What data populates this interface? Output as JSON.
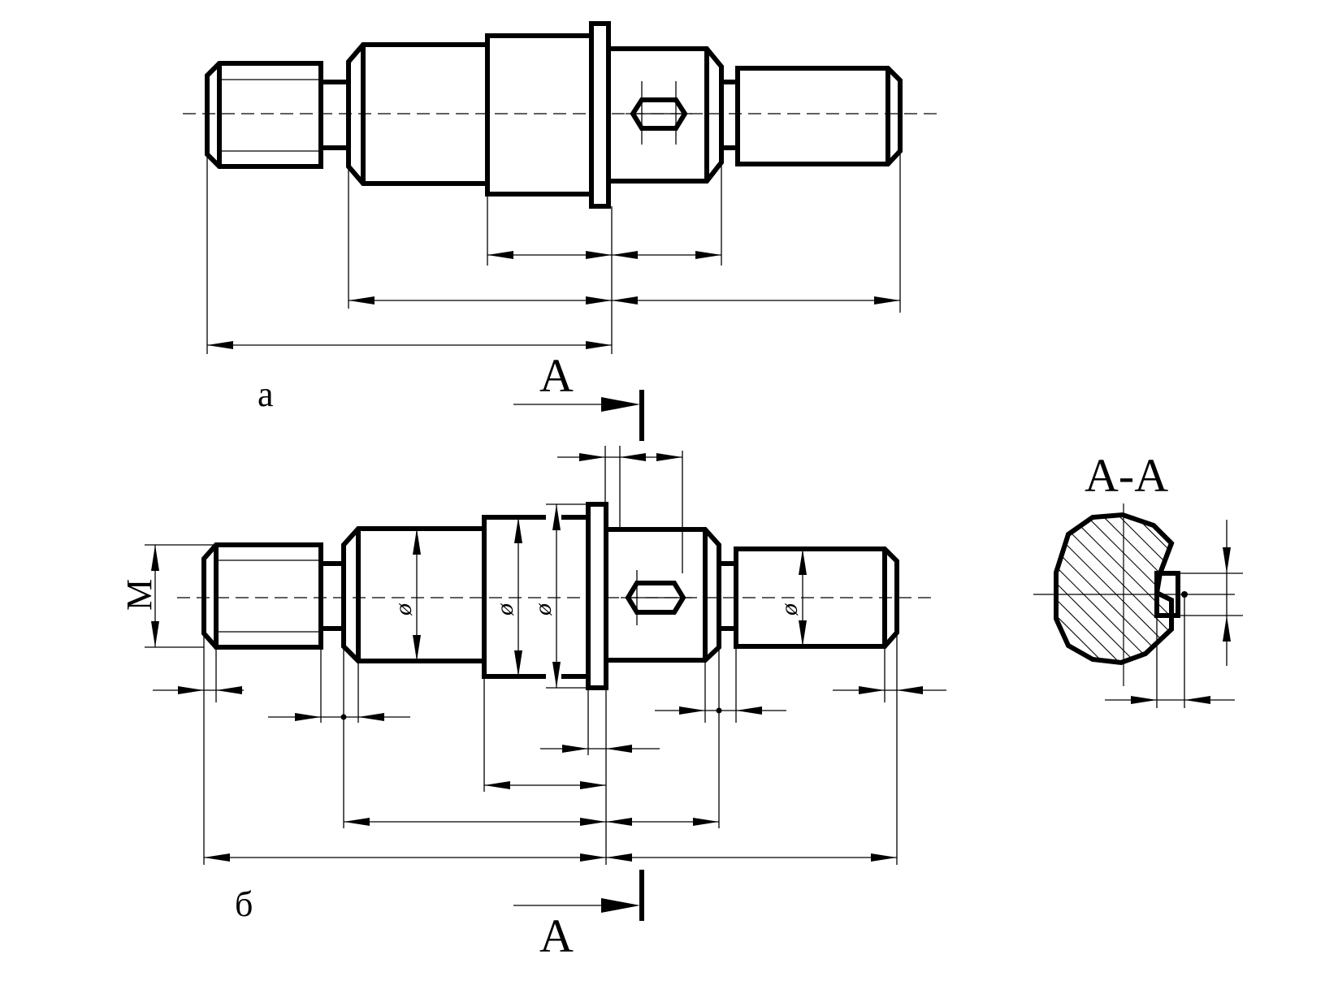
{
  "labels": {
    "view_a": "а",
    "view_b": "б",
    "section_top": "A",
    "section_bottom": "A",
    "section_title": "A-A",
    "thread": "M",
    "diameter_symbol": "ø"
  },
  "colors": {
    "line": "#000000",
    "background": "#ffffff"
  }
}
